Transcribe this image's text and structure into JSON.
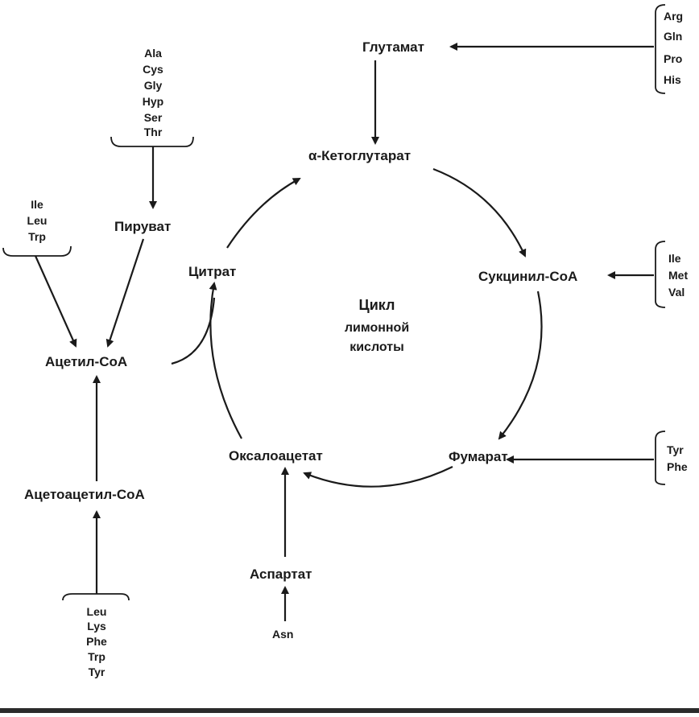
{
  "nodes": {
    "glutamate": "Глутамат",
    "alpha_ketoglutarate": "α-Кетоглутарат",
    "succinyl_coa": "Сукцинил-CoA",
    "fumarate": "Фумарат",
    "oxaloacetate": "Оксалоацетат",
    "citrate": "Цитрат",
    "aspartate": "Аспартат",
    "pyruvate": "Пируват",
    "acetyl_coa": "Ацетил-CoA",
    "acetoacetyl_coa": "Ацетоацетил-CoA",
    "asn": "Asn"
  },
  "center_label": [
    "Цикл",
    "лимонной",
    "кислоты"
  ],
  "groups": {
    "glutamate_sources": [
      "Arg",
      "Gln",
      "Pro",
      "His"
    ],
    "pyruvate_sources": [
      "Ala",
      "Cys",
      "Gly",
      "Hyp",
      "Ser",
      "Thr"
    ],
    "acetyl_sources": [
      "Ile",
      "Leu",
      "Trp"
    ],
    "succinyl_sources": [
      "Ile",
      "Met",
      "Val"
    ],
    "fumarate_sources": [
      "Tyr",
      "Phe"
    ],
    "acetoacetyl_sources": [
      "Leu",
      "Lys",
      "Phe",
      "Trp",
      "Tyr"
    ]
  },
  "colors": {
    "ink": "#1a1a1a",
    "background": "#ffffff"
  }
}
